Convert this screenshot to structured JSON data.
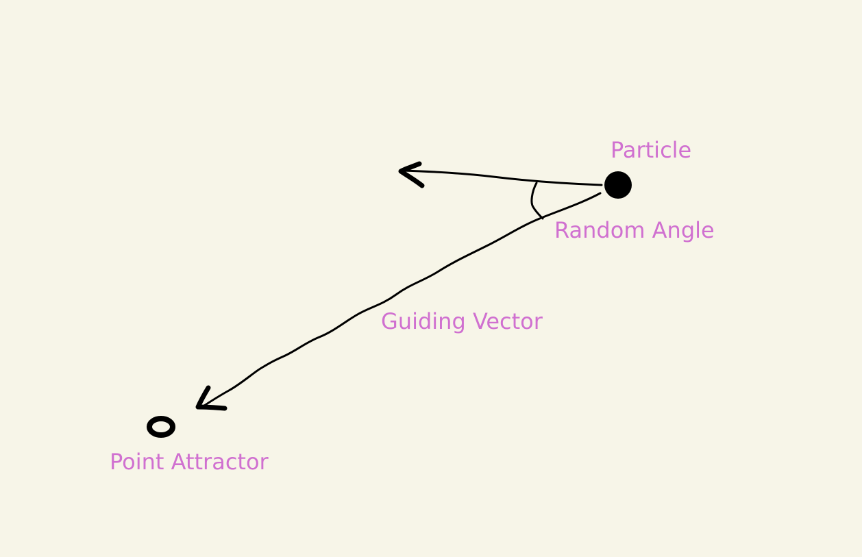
{
  "labels": {
    "particle": "Particle",
    "random_angle": "Random Angle",
    "guiding_vector": "Guiding Vector",
    "point_attractor": "Point Attractor"
  },
  "colors": {
    "background": "#f7f5e8",
    "label": "#d070d0",
    "stroke": "#000000"
  }
}
